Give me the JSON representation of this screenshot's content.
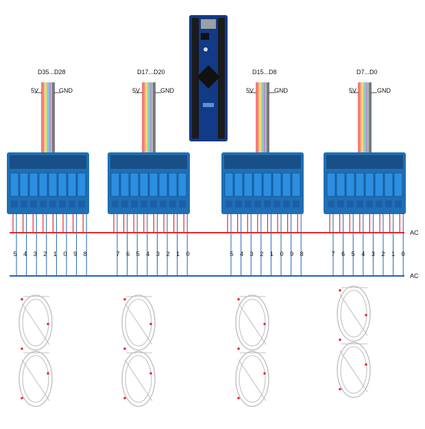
{
  "controller": {
    "name": "arduino-mega-board"
  },
  "groups": [
    {
      "pins": "D35...D28",
      "vcc": "5V",
      "gnd": "GND",
      "channels": [
        "5",
        "4",
        "3",
        "2",
        "1",
        "0",
        "9",
        "8"
      ]
    },
    {
      "pins": "D17...D20",
      "vcc": "5V",
      "gnd": "GND",
      "channels": [
        "7",
        "6",
        "5",
        "4",
        "3",
        "2",
        "1",
        "0"
      ]
    },
    {
      "pins": "D15...D8",
      "vcc": "5V",
      "gnd": "GND",
      "channels": [
        "5",
        "4",
        "3",
        "2",
        "1",
        "0",
        "9",
        "8"
      ]
    },
    {
      "pins": "D7...D0",
      "vcc": "5V",
      "gnd": "GND",
      "channels": [
        "7",
        "6",
        "5",
        "4",
        "3",
        "2",
        "1",
        "0"
      ]
    }
  ],
  "lines": {
    "ac_top": "AC",
    "ac_bottom": "AC"
  },
  "colors": {
    "relay_board": "#1f6fb5",
    "relay_block": "#2b8ee0",
    "wire_red": "#e8262b",
    "wire_blue": "#1f64b0",
    "arduino": "#123a86",
    "digit_wire": "#c0c0c0"
  }
}
